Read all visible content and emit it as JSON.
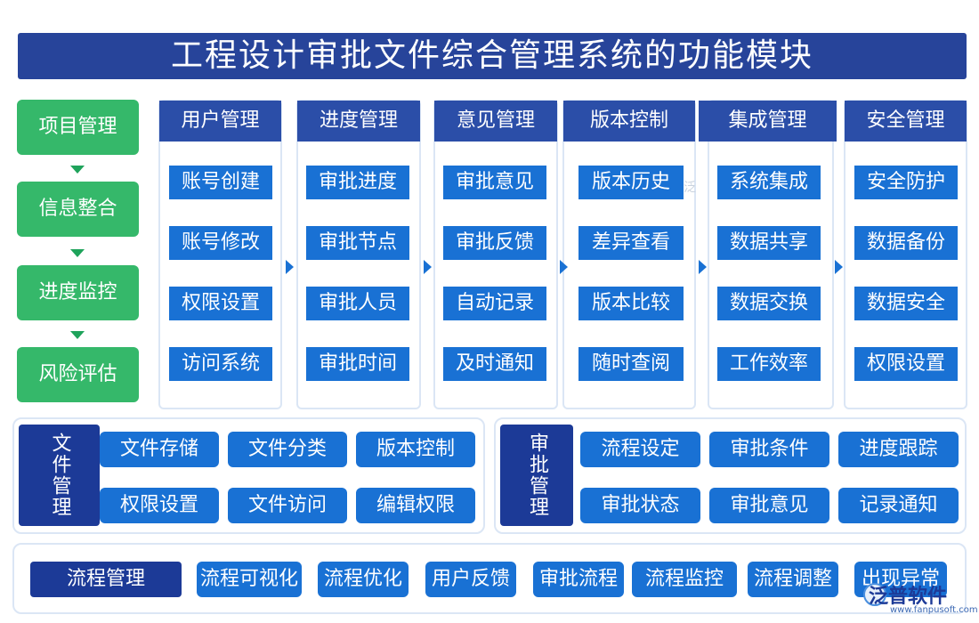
{
  "title": "工程设计审批文件综合管理系统的功能模块",
  "left_steps": [
    "项目管理",
    "信息整合",
    "进度监控",
    "风险评估"
  ],
  "columns": [
    {
      "head": "用户管理",
      "items": [
        "账号创建",
        "账号修改",
        "权限设置",
        "访问系统"
      ]
    },
    {
      "head": "进度管理",
      "items": [
        "审批进度",
        "审批节点",
        "审批人员",
        "审批时间"
      ]
    },
    {
      "head": "意见管理",
      "items": [
        "审批意见",
        "审批反馈",
        "自动记录",
        "及时通知"
      ]
    },
    {
      "head": "版本控制",
      "items": [
        "版本历史",
        "差异查看",
        "版本比较",
        "随时查阅"
      ]
    },
    {
      "head": "集成管理",
      "items": [
        "系统集成",
        "数据共享",
        "数据交换",
        "工作效率"
      ]
    },
    {
      "head": "安全管理",
      "items": [
        "安全防护",
        "数据备份",
        "数据安全",
        "权限设置"
      ]
    }
  ],
  "file_mgmt": {
    "label": "文件管理",
    "items": [
      "文件存储",
      "文件分类",
      "版本控制",
      "权限设置",
      "文件访问",
      "编辑权限"
    ]
  },
  "approval_mgmt": {
    "label": "审批管理",
    "items": [
      "流程设定",
      "审批条件",
      "进度跟踪",
      "审批状态",
      "审批意见",
      "记录通知"
    ]
  },
  "flow_mgmt": {
    "label": "流程管理",
    "items": [
      "流程可视化",
      "流程优化",
      "用户反馈",
      "审批流程",
      "流程监控",
      "流程调整",
      "出现异常"
    ]
  },
  "watermark": "泛普软件",
  "watermark_url": "www.fanpusoft.com",
  "colors": {
    "title_bg": "#27449a",
    "left_green": "#35b86a",
    "head_blue": "#2b4ea8",
    "cell_blue": "#1971d4",
    "dark_blue": "#1c3a97"
  }
}
